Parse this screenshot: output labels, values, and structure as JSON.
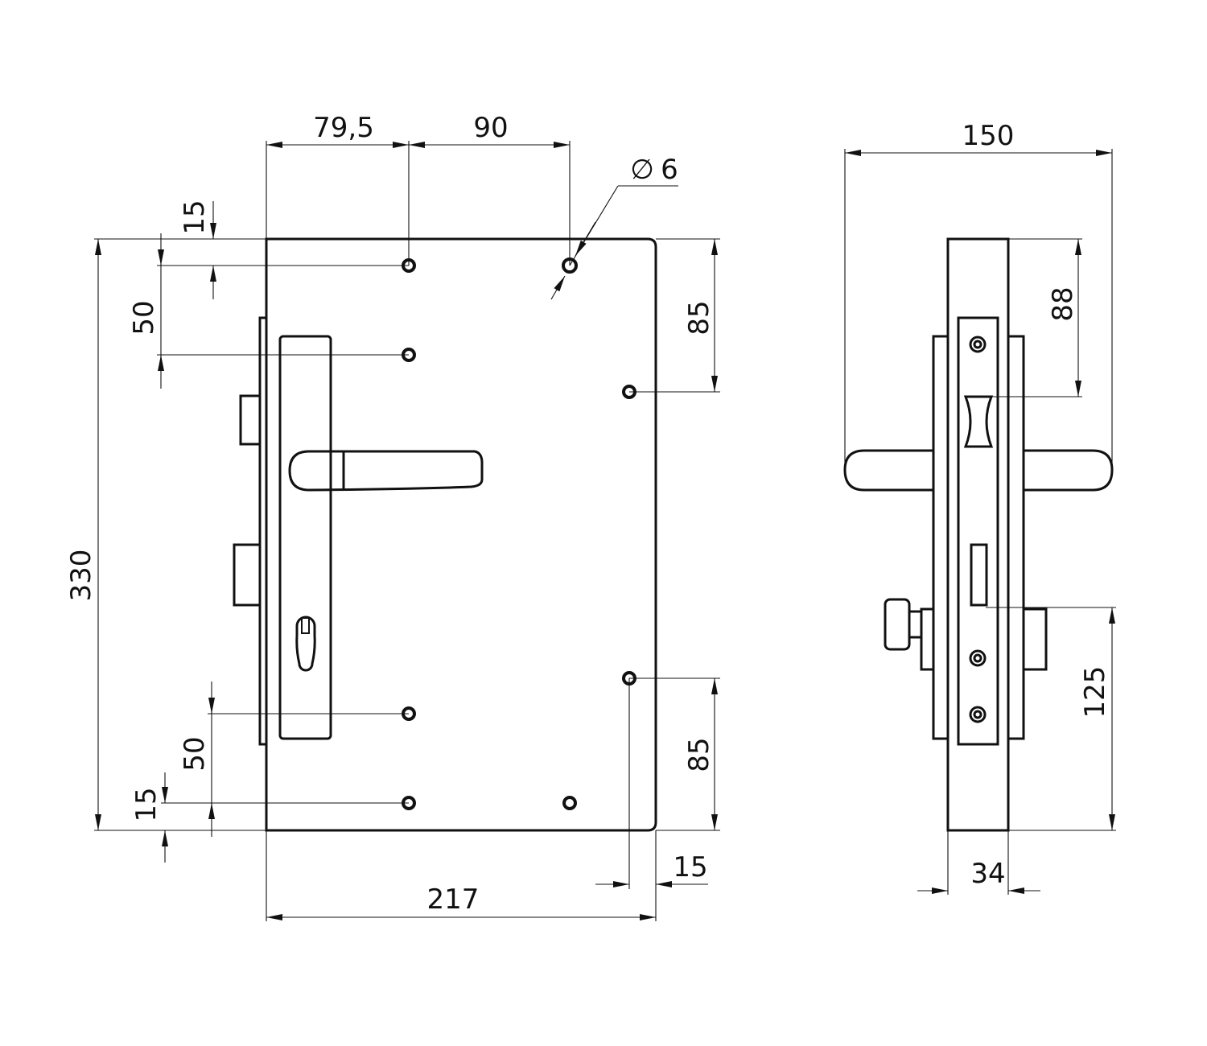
{
  "front_view": {
    "dims": {
      "hole_offset_x": "79,5",
      "hole_spacing_x": "90",
      "hole_diameter": "6",
      "diameter_symbol": "∅",
      "top_edge_to_hole": "15",
      "top_hole_spacing": "50",
      "height": "330",
      "bottom_hole_spacing": "50",
      "bottom_edge_to_hole": "15",
      "right_top_hole": "85",
      "right_bottom_hole": "85",
      "right_edge_to_hole": "15",
      "width": "217"
    }
  },
  "side_view": {
    "dims": {
      "handle_span": "150",
      "top_to_latch": "88",
      "bottom_to_knob": "125",
      "thickness": "34"
    }
  }
}
